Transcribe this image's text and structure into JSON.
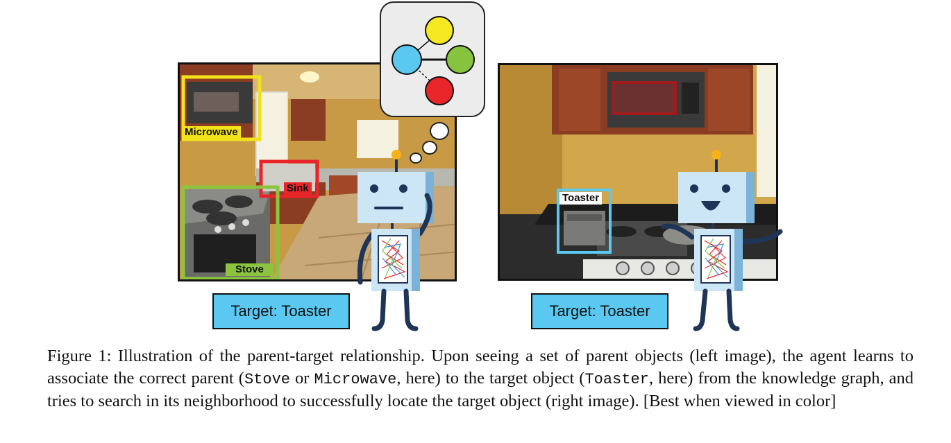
{
  "left_scene": {
    "labels": {
      "microwave": "Microwave",
      "sink": "Sink",
      "stove": "Stove"
    },
    "colors": {
      "microwave": "#f2e21b",
      "sink": "#e8262a",
      "stove": "#8cc43f"
    }
  },
  "right_scene": {
    "labels": {
      "toaster": "Toaster"
    },
    "colors": {
      "toaster": "#5ac8f0"
    }
  },
  "target_left": "Target: Toaster",
  "target_right": "Target: Toaster",
  "knowledge_graph": {
    "node_colors": [
      "#5ac8f0",
      "#f6e820",
      "#86c440",
      "#e8262a"
    ]
  },
  "caption": {
    "part1": "Figure 1: Illustration of the parent-target relationship. Upon seeing a set of parent objects (left image), the agent learns to associate the correct parent (",
    "stove": "Stove",
    "or": " or ",
    "microwave": "Microwave",
    "part2": ", here) to the target object (",
    "toaster": "Toaster",
    "part3": ", here) from the knowledge graph, and tries to search in its neighborhood to successfully locate the target object (right image). [Best when viewed in color]"
  }
}
